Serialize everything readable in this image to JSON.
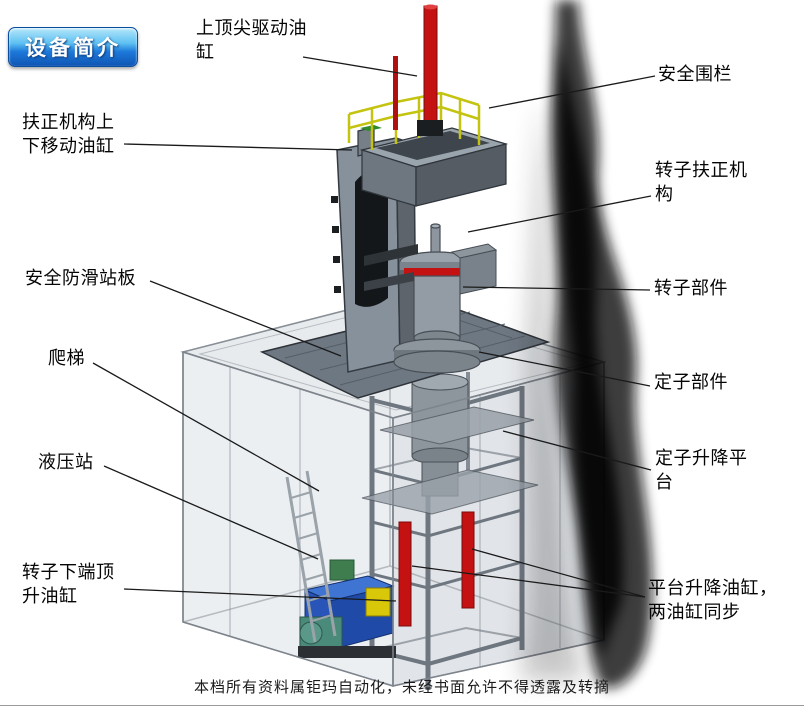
{
  "badge": {
    "label": "设备简介"
  },
  "labels": [
    {
      "id": "top-drive-cylinder",
      "text": "上顶尖驱动油缸"
    },
    {
      "id": "safety-fence",
      "text": "安全围栏"
    },
    {
      "id": "centering-updown-cylinder",
      "text": "扶正机构上下移动油缸"
    },
    {
      "id": "rotor-centering-mechanism",
      "text": "转子扶正机构"
    },
    {
      "id": "antislip-platform",
      "text": "安全防滑站板"
    },
    {
      "id": "rotor-component",
      "text": "转子部件"
    },
    {
      "id": "ladder",
      "text": "爬梯"
    },
    {
      "id": "stator-component",
      "text": "定子部件"
    },
    {
      "id": "hydraulic-station",
      "text": "液压站"
    },
    {
      "id": "stator-lift-platform",
      "text": "定子升降平台"
    },
    {
      "id": "rotor-bottom-jack-cylinder",
      "text": "转子下端顶升油缸"
    },
    {
      "id": "platform-lift-cylinders",
      "text": "平台升降油缸，两油缸同步"
    }
  ],
  "footer": {
    "text": "本档所有资料属钜玛自动化，未经书面允许不得透露及转摘"
  },
  "colors": {
    "red": "#c41212",
    "railing-yellow": "#c3c310",
    "hydraulic-blue": "#2a55b8",
    "badge-blue": "#1d79da",
    "steel-gray": "#8d959d"
  }
}
